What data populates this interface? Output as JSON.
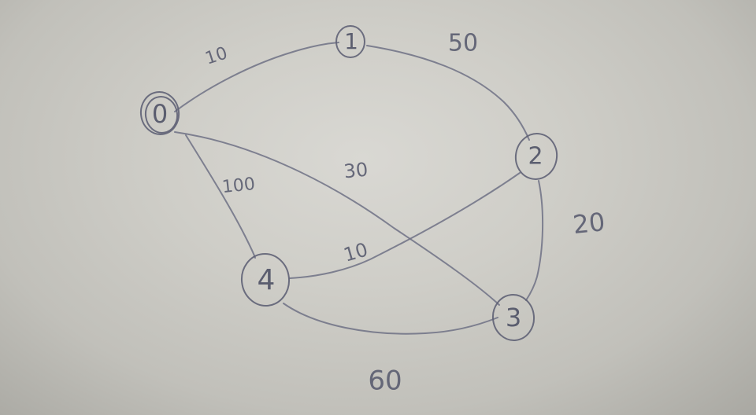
{
  "graph": {
    "nodes": [
      {
        "id": "0",
        "label": "0"
      },
      {
        "id": "1",
        "label": "1"
      },
      {
        "id": "2",
        "label": "2"
      },
      {
        "id": "3",
        "label": "3"
      },
      {
        "id": "4",
        "label": "4"
      }
    ],
    "edges": [
      {
        "from": "0",
        "to": "1",
        "weight": "10"
      },
      {
        "from": "1",
        "to": "2",
        "weight": "50"
      },
      {
        "from": "0",
        "to": "3",
        "weight": "30"
      },
      {
        "from": "0",
        "to": "4",
        "weight": "100"
      },
      {
        "from": "2",
        "to": "4",
        "weight": "10"
      },
      {
        "from": "2",
        "to": "3",
        "weight": "20"
      },
      {
        "from": "4",
        "to": "3",
        "weight": "60"
      }
    ]
  }
}
